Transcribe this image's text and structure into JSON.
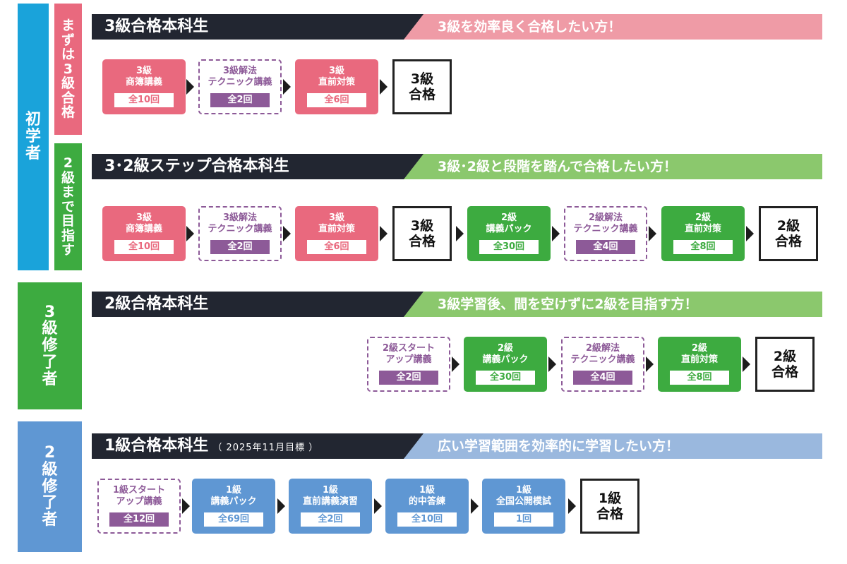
{
  "colors": {
    "dark": "#222631",
    "pink": "#e9697e",
    "green": "#3dab40",
    "light_green": "#8bc86d",
    "blue": "#5f97d3",
    "light_blue": "#9ab8de",
    "purple": "#8d5a98",
    "cyan": "#1aa3da",
    "light_pink": "#ef9ba6"
  },
  "side_labels": {
    "beginner": [
      "初",
      "学",
      "者"
    ],
    "step1": [
      "ま",
      "ず",
      "は",
      "3",
      "級",
      "合",
      "格"
    ],
    "step2": [
      "2",
      "級",
      "ま",
      "で",
      "目",
      "指",
      "す"
    ],
    "grade3_done": [
      "3",
      "級",
      "修",
      "了",
      "者"
    ],
    "grade2_done": [
      "2",
      "級",
      "修",
      "了",
      "者"
    ]
  },
  "course1": {
    "title": "3級合格本科生",
    "subtitle": "3級を効率良く合格したい方！",
    "steps": [
      {
        "l1": "3級",
        "l2": "商簿講義",
        "count": "全10回"
      },
      {
        "l1": "3級解法",
        "l2": "テクニック講義",
        "count": "全2回"
      },
      {
        "l1": "3級",
        "l2": "直前対策",
        "count": "全6回"
      }
    ],
    "goal": [
      "3級",
      "合格"
    ]
  },
  "course2": {
    "title": "3･2級ステップ合格本科生",
    "subtitle": "3級･2級と段階を踏んで合格したい方！",
    "steps": [
      {
        "l1": "3級",
        "l2": "商簿講義",
        "count": "全10回"
      },
      {
        "l1": "3級解法",
        "l2": "テクニック講義",
        "count": "全2回"
      },
      {
        "l1": "3級",
        "l2": "直前対策",
        "count": "全6回"
      },
      {
        "l1": "2級",
        "l2": "講義パック",
        "count": "全30回"
      },
      {
        "l1": "2級解法",
        "l2": "テクニック講義",
        "count": "全4回"
      },
      {
        "l1": "2級",
        "l2": "直前対策",
        "count": "全8回"
      }
    ],
    "goal_mid": [
      "3級",
      "合格"
    ],
    "goal": [
      "2級",
      "合格"
    ]
  },
  "course3": {
    "title": "2級合格本科生",
    "subtitle": "3級学習後、間を空けずに2級を目指す方！",
    "steps": [
      {
        "l1": "2級スタート",
        "l2": "アップ講義",
        "count": "全2回"
      },
      {
        "l1": "2級",
        "l2": "講義パック",
        "count": "全30回"
      },
      {
        "l1": "2級解法",
        "l2": "テクニック講義",
        "count": "全4回"
      },
      {
        "l1": "2級",
        "l2": "直前対策",
        "count": "全8回"
      }
    ],
    "goal": [
      "2級",
      "合格"
    ]
  },
  "course4": {
    "title": "1級合格本科生",
    "title_note": "（ 2025年11月目標 ）",
    "subtitle": "広い学習範囲を効率的に学習したい方！",
    "steps": [
      {
        "l1": "1級スタート",
        "l2": "アップ講義",
        "count": "全12回"
      },
      {
        "l1": "1級",
        "l2": "講義パック",
        "count": "全69回"
      },
      {
        "l1": "1級",
        "l2": "直前講義演習",
        "count": "全2回"
      },
      {
        "l1": "1級",
        "l2": "的中答練",
        "count": "全10回"
      },
      {
        "l1": "1級",
        "l2": "全国公開模試",
        "count": "1回"
      }
    ],
    "goal": [
      "1級",
      "合格"
    ]
  }
}
